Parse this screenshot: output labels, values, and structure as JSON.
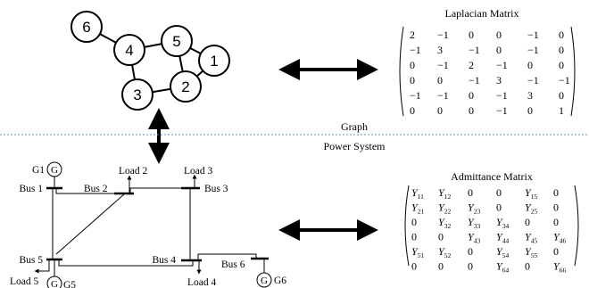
{
  "graph": {
    "nodes": [
      "1",
      "2",
      "3",
      "4",
      "5",
      "6"
    ],
    "edges": [
      [
        "6",
        "4"
      ],
      [
        "4",
        "5"
      ],
      [
        "4",
        "3"
      ],
      [
        "3",
        "2"
      ],
      [
        "5",
        "2"
      ],
      [
        "5",
        "1"
      ],
      [
        "1",
        "2"
      ]
    ]
  },
  "laplacian": {
    "title": "Laplacian Matrix",
    "rows": [
      [
        "2",
        "−1",
        "0",
        "0",
        "−1",
        "0"
      ],
      [
        "−1",
        "3",
        "−1",
        "0",
        "−1",
        "0"
      ],
      [
        "0",
        "−1",
        "2",
        "−1",
        "0",
        "0"
      ],
      [
        "0",
        "0",
        "−1",
        "3",
        "−1",
        "−1"
      ],
      [
        "−1",
        "−1",
        "0",
        "−1",
        "3",
        "0"
      ],
      [
        "0",
        "0",
        "0",
        "−1",
        "0",
        "1"
      ]
    ]
  },
  "divider": {
    "top_label": "Graph",
    "bottom_label": "Power System",
    "color": "#5b8ed6"
  },
  "power_system": {
    "buses": [
      "Bus 1",
      "Bus 2",
      "Bus 3",
      "Bus 4",
      "Bus 5",
      "Bus 6"
    ],
    "generators": [
      "G1",
      "G5",
      "G6"
    ],
    "loads": [
      "Load 2",
      "Load 3",
      "Load 4",
      "Load 5"
    ]
  },
  "admittance": {
    "title": "Admittance Matrix",
    "rows": [
      [
        [
          "Y",
          "11"
        ],
        [
          "Y",
          "12"
        ],
        [
          "0",
          ""
        ],
        [
          "0",
          ""
        ],
        [
          "Y",
          "15"
        ],
        [
          "0",
          ""
        ]
      ],
      [
        [
          "Y",
          "21"
        ],
        [
          "Y",
          "22"
        ],
        [
          "Y",
          "23"
        ],
        [
          "0",
          ""
        ],
        [
          "Y",
          "25"
        ],
        [
          "0",
          ""
        ]
      ],
      [
        [
          "0",
          ""
        ],
        [
          "Y",
          "32"
        ],
        [
          "Y",
          "33"
        ],
        [
          "Y",
          "34"
        ],
        [
          "0",
          ""
        ],
        [
          "0",
          ""
        ]
      ],
      [
        [
          "0",
          ""
        ],
        [
          "0",
          ""
        ],
        [
          "Y",
          "43"
        ],
        [
          "Y",
          "44"
        ],
        [
          "Y",
          "45"
        ],
        [
          "Y",
          "46"
        ]
      ],
      [
        [
          "Y",
          "51"
        ],
        [
          "Y",
          "52"
        ],
        [
          "0",
          ""
        ],
        [
          "Y",
          "54"
        ],
        [
          "Y",
          "55"
        ],
        [
          "0",
          ""
        ]
      ],
      [
        [
          "0",
          ""
        ],
        [
          "0",
          ""
        ],
        [
          "0",
          ""
        ],
        [
          "Y",
          "64"
        ],
        [
          "0",
          ""
        ],
        [
          "Y",
          "66"
        ]
      ]
    ]
  }
}
